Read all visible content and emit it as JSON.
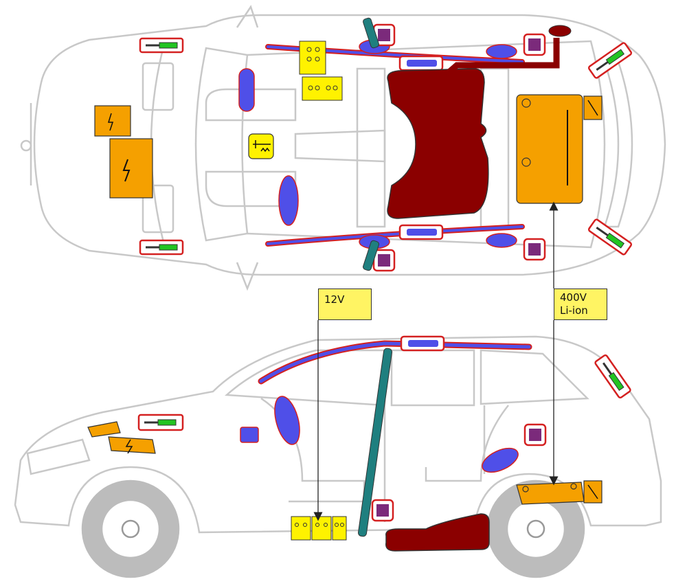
{
  "labels": {
    "battery_12v": {
      "lines": [
        "12V"
      ]
    },
    "battery_hv": {
      "lines": [
        "400V",
        "Li-ion"
      ]
    }
  },
  "colors": {
    "outline": "#c8c8c8",
    "airbag": "#4f4fe8",
    "airbag_border": "#d42020",
    "fuel_tank": "#8b0000",
    "hv_component": "#f5a000",
    "battery_12v": "#fff200",
    "seatbelt_tensioner": "#7b2a7b",
    "strut": "#1f7f7f",
    "gas_spring": "#22c422",
    "label_bg": "#fff463"
  },
  "icons": [
    "high-voltage-icon",
    "airbag-icon",
    "battery-icon",
    "gas-spring-icon",
    "seatbelt-tensioner-icon",
    "fuel-tank-icon",
    "pretensioner-icon"
  ]
}
